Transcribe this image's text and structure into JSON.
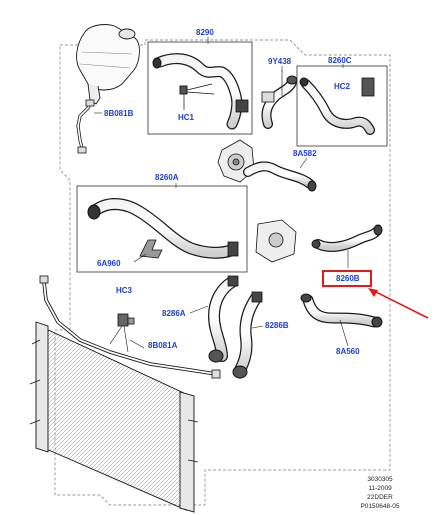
{
  "labels": {
    "l8290": "8290",
    "l9y438": "9Y438",
    "l8260c": "8260C",
    "lhc2": "HC2",
    "lhc1": "HC1",
    "l8b081b": "8B081B",
    "l8a582": "8A582",
    "l8260a": "8260A",
    "l6a960": "6A960",
    "l8260b": "8260B",
    "lhc3": "HC3",
    "l8286a": "8286A",
    "l8286b": "8286B",
    "l8b081a": "8B081A",
    "l8a560": "8A560"
  },
  "meta": {
    "line1": "3030305",
    "line2": "11-2009",
    "line3": "22DDER",
    "line4": "P0150648-05"
  },
  "colors": {
    "label": "#1f3fc8",
    "highlight": "#e01b1b",
    "line": "#1a1a1a"
  }
}
